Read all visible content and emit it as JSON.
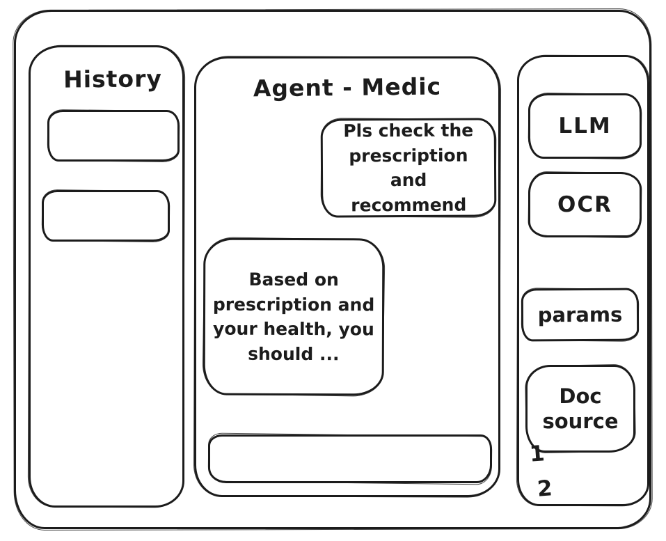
{
  "colors": {
    "ink": "#1c1c1c",
    "background": "#ffffff"
  },
  "left_sidebar": {
    "title": "History",
    "items": [
      {
        "label": ""
      },
      {
        "label": ""
      }
    ]
  },
  "chat_panel": {
    "title": "Agent - Medic",
    "messages": [
      {
        "role": "user",
        "text": "Pls check the prescription and recommend"
      },
      {
        "role": "assistant",
        "text": "Based on prescription and your health, you should ..."
      }
    ],
    "input": {
      "value": "",
      "placeholder": ""
    }
  },
  "right_sidebar": {
    "llm_label": "LLM",
    "ocr_label": "OCR",
    "params_label": "params",
    "doc_source_label": "Doc source",
    "doc_list": [
      "1",
      "2"
    ]
  }
}
